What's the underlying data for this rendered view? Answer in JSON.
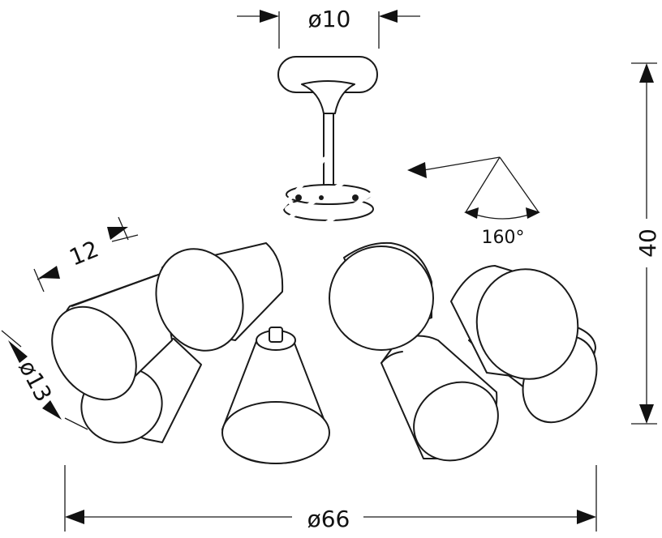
{
  "dimensions": {
    "canopy_diameter": "ø10",
    "height": "40",
    "overall_diameter": "ø66",
    "shade_length": "12",
    "shade_diameter": "ø13",
    "arm_angle": "160°"
  }
}
